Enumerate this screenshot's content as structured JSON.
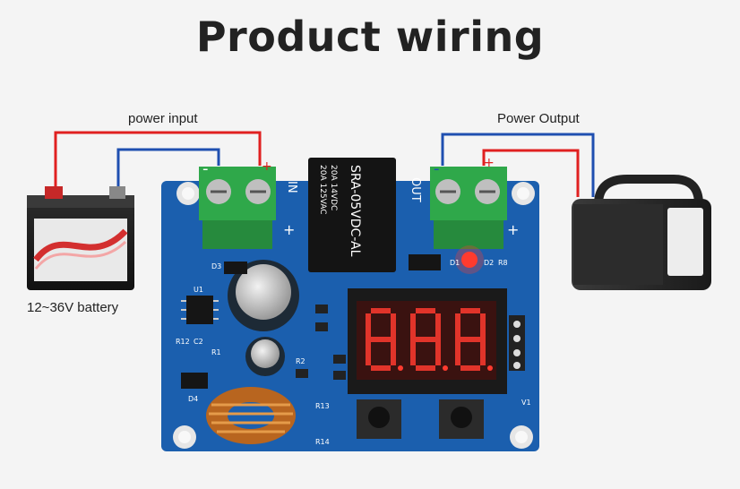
{
  "title": "Product wiring",
  "labels": {
    "power_input": "power input",
    "power_output": "Power Output",
    "battery": "12~36V battery"
  },
  "terminals": {
    "in_minus": "-",
    "in_plus": "+",
    "in_label": "IN",
    "out_minus": "-",
    "out_plus": "+",
    "out_label": "OUT",
    "board_plus_left": "+",
    "board_plus_right": "+"
  },
  "relay": {
    "model": "SRA-05VDC-AL",
    "rating1": "20A 14VDC",
    "rating2": "20A 125VAC"
  },
  "pcb_marks": {
    "d3": "D3",
    "u1": "U1",
    "r12": "R12",
    "c2": "C2",
    "r1": "R1",
    "d4": "D4",
    "r2": "R2",
    "r13": "R13",
    "r14": "R14",
    "d1": "D1",
    "d2": "D2",
    "r8": "R8",
    "v1": "V1"
  },
  "colors": {
    "positive_wire": "#e02020",
    "negative_wire": "#1f4fb0",
    "pcb": "#1b5fae",
    "terminal": "#2fa84a",
    "led_digit": "#ff3b2f"
  }
}
